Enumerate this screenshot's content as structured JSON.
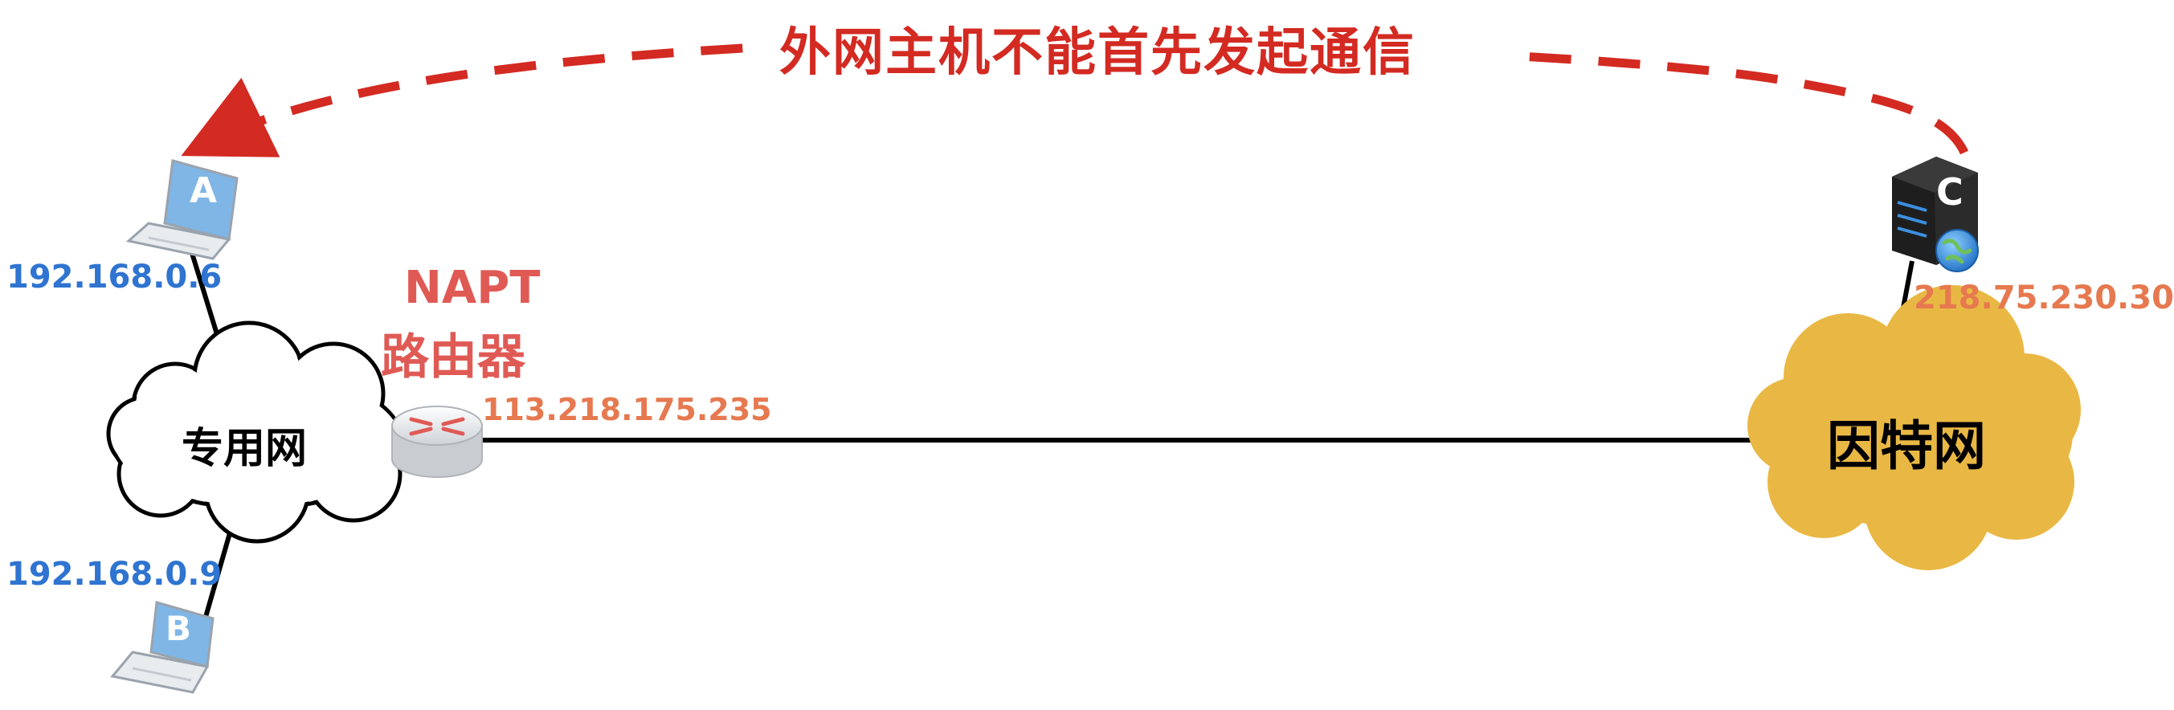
{
  "title": "外网主机不能首先发起通信",
  "hosts": {
    "a": {
      "letter": "A",
      "ip": "192.168.0.6"
    },
    "b": {
      "letter": "B",
      "ip": "192.168.0.9"
    },
    "c": {
      "letter": "C",
      "ip": "218.75.230.30"
    }
  },
  "router": {
    "line1": "NAPT",
    "line2": "路由器",
    "ip": "113.218.175.235"
  },
  "clouds": {
    "private": "专用网",
    "internet": "因特网"
  },
  "colors": {
    "arrow": "#d32a22",
    "private_ip": "#2f74d0",
    "public_ip": "#e6794f",
    "router_label": "#e05a55",
    "internet_cloud": "#e9b844",
    "private_cloud": "#ffffff",
    "laptop": "#7fb6e6",
    "server": "#2b2b2b"
  }
}
